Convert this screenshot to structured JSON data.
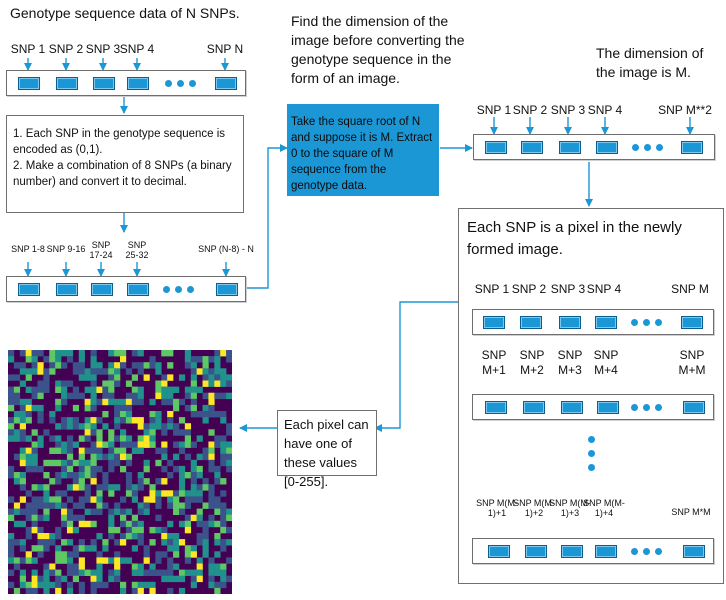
{
  "texts": {
    "title": "Genotype sequence data of N SNPs.",
    "find_dimension": "Find the dimension of the image before converting the genotype sequence in the form of an image.",
    "dimension_is": "The dimension of the image is M.",
    "encode_box": "1. Each SNP in the genotype sequence is encoded as (0,1).\n2. Make a combination of 8 SNPs (a binary number) and convert it to decimal.",
    "sqrt_box": "Take the square root of N and suppose it is M. Extract 0 to the square of M sequence from the genotype data.",
    "each_snp_pixel": "Each SNP is a pixel in the newly formed image.",
    "each_pixel_value": "Each pixel can have one of these values [0-255]."
  },
  "labels": {
    "strip1": [
      "SNP 1",
      "SNP 2",
      "SNP 3",
      "SNP 4",
      "SNP N"
    ],
    "strip2": [
      "SNP 1-8",
      "SNP 9-16",
      "SNP 17-24",
      "SNP 25-32",
      "SNP (N-8) - N"
    ],
    "strip3": [
      "SNP 1",
      "SNP 2",
      "SNP 3",
      "SNP 4",
      "SNP M**2"
    ],
    "strip4": [
      "SNP 1",
      "SNP 2",
      "SNP 3",
      "SNP 4",
      "SNP M"
    ],
    "strip5": [
      "SNP M+1",
      "SNP M+2",
      "SNP M+3",
      "SNP M+4",
      "SNP M+M"
    ],
    "strip6": [
      "SNP M(M-1)+1",
      "SNP M(M-1)+2",
      "SNP M(M-1)+3",
      "SNP M(M-1)+4",
      "SNP M*M"
    ]
  },
  "colors": {
    "accent": "#1b97d6",
    "viridis": [
      "#440154",
      "#3b528b",
      "#21918c",
      "#5ec962",
      "#fde725"
    ]
  }
}
